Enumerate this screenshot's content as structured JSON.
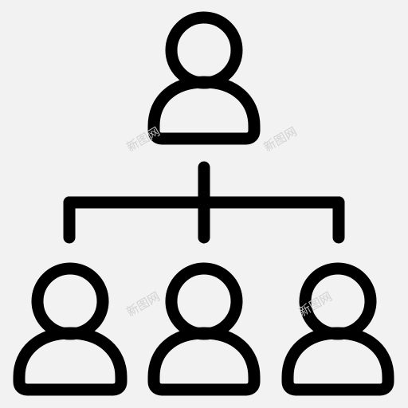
{
  "icon": {
    "name": "organization-chart-icon",
    "stroke_color": "#000000",
    "background_color": "#f2f2f2"
  },
  "watermarks": [
    "新图网",
    "新图网",
    "新图网",
    "新图网"
  ]
}
